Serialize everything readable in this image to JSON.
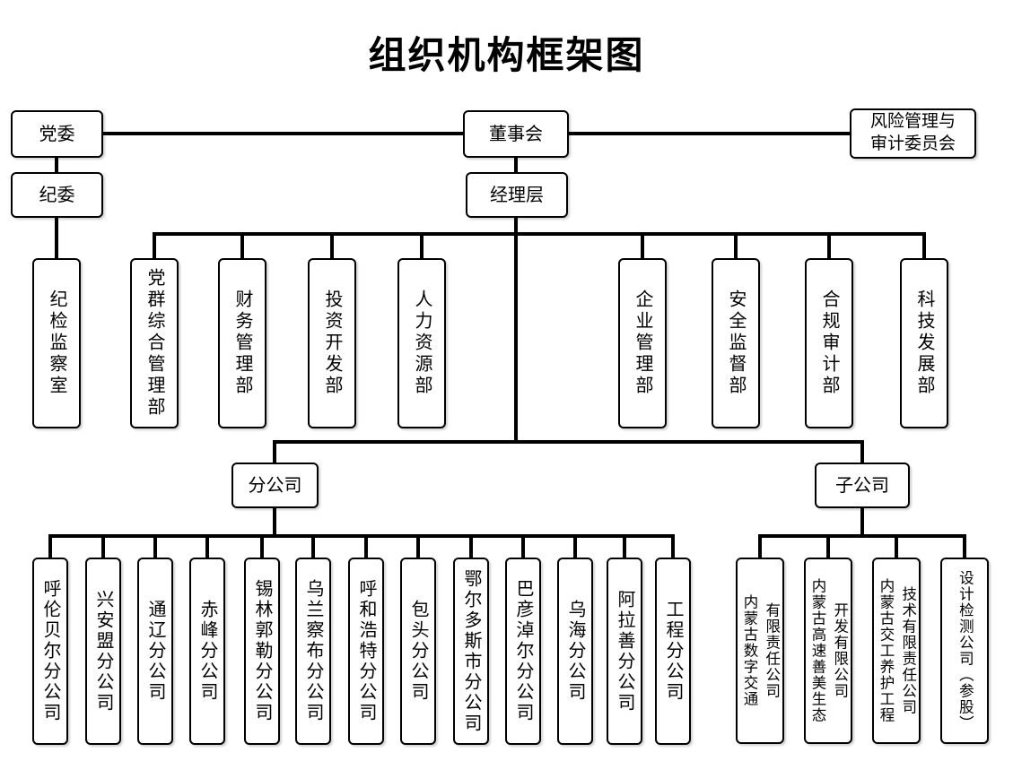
{
  "title": "组织机构框架图",
  "nodes": {
    "party_committee": "党委",
    "discipline_committee": "纪委",
    "board": "董事会",
    "management": "经理层",
    "risk_audit_committee": "风险管理与\n审计委员会",
    "discipline_inspection_office": "纪检监察室"
  },
  "departments": [
    "党群综合管理部",
    "财务管理部",
    "投资开发部",
    "人力资源部",
    "企业管理部",
    "安全监督部",
    "合规审计部",
    "科技发展部"
  ],
  "branch_group": {
    "label": "分公司",
    "items": [
      "呼伦贝尔分公司",
      "兴安盟分公司",
      "通辽分公司",
      "赤峰分公司",
      "锡林郭勒分公司",
      "乌兰察布分公司",
      "呼和浩特分公司",
      "包头分公司",
      "鄂尔多斯市分公司",
      "巴彦淖尔分公司",
      "乌海分公司",
      "阿拉善分公司",
      "工程分公司"
    ]
  },
  "subsidiary_group": {
    "label": "子公司",
    "items": [
      "内蒙古数字交通\n有限责任公司",
      "内蒙古高速善美生态\n开发有限公司",
      "内蒙古交工养护工程\n技术有限责任公司",
      "设计检测公司（参股）"
    ]
  },
  "colors": {
    "line": "#000000",
    "border": "#000000",
    "text": "#000000",
    "background": "#ffffff"
  }
}
